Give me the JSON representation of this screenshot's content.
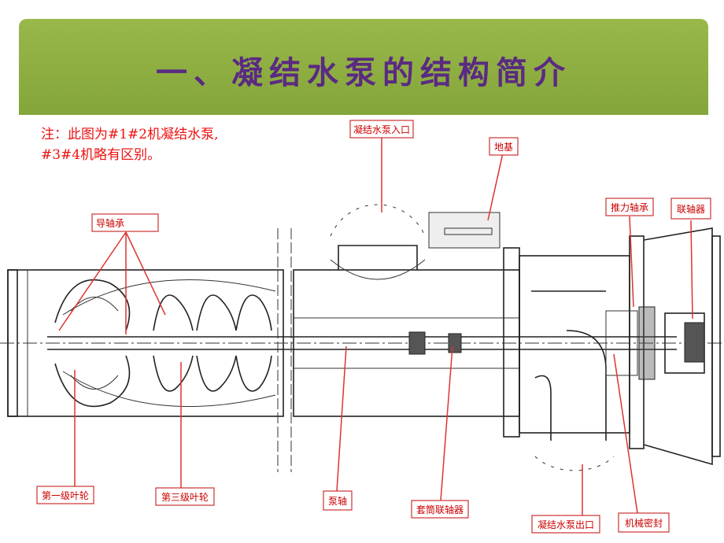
{
  "header": {
    "title": "一、凝结水泵的结构简介",
    "bg_color": "#8fae41",
    "title_color": "#5a2a82"
  },
  "note": {
    "line1": "注：此图为#1#2机凝结水泵,",
    "line2": "#3#4机略有区别。"
  },
  "labels": {
    "inlet": "凝结水泵入口",
    "foundation": "地基",
    "guide_bearing": "导轴承",
    "thrust_bearing": "推力轴承",
    "coupling": "联轴器",
    "first_impeller": "第一级叶轮",
    "third_impeller": "第三级叶轮",
    "pump_shaft": "泵轴",
    "sleeve_coupling": "套筒联轴器",
    "outlet": "凝结水泵出口",
    "mech_seal": "机械密封"
  },
  "colors": {
    "label_text": "#cc0000",
    "leader": "#dd3333"
  }
}
